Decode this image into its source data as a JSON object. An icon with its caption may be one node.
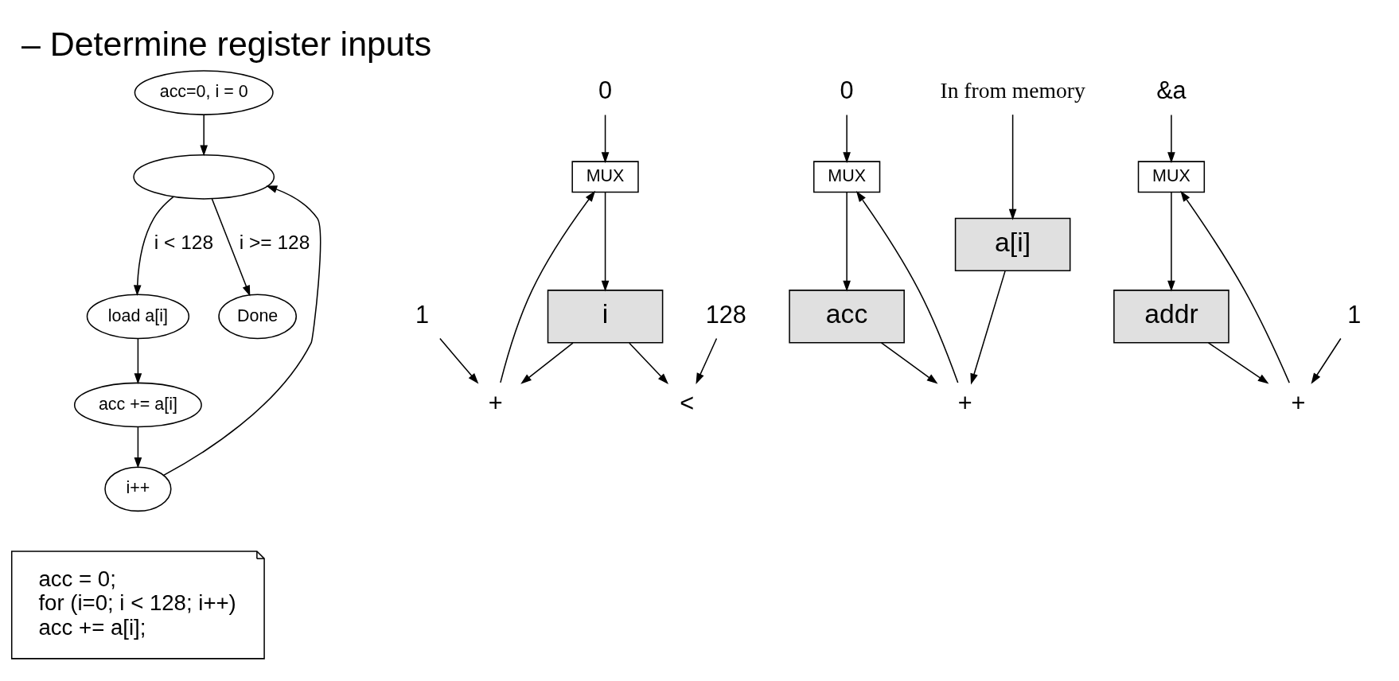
{
  "diagram": {
    "title": "– Determine register inputs",
    "nodes": [
      {
        "text": [
          "acc=0, i = 0"
        ]
      },
      {
        "text": [],
        "shape": "ellipse"
      },
      {
        "text": [
          "load a[i]"
        ]
      },
      {
        "text": [
          "acc += a[i]"
        ]
      },
      {
        "text": [
          "i++"
        ]
      },
      {
        "text": [
          "Done"
        ]
      },
      {
        "text": [
          "0"
        ]
      },
      {
        "text": [
          "MUX"
        ]
      },
      {
        "text": [
          "i"
        ]
      },
      {
        "text": [
          "1"
        ]
      },
      {
        "text": [
          "+"
        ]
      },
      {
        "text": [
          "128"
        ]
      },
      {
        "text": [
          "<"
        ]
      },
      {
        "text": [
          "0"
        ]
      },
      {
        "text": [
          "MUX"
        ]
      },
      {
        "text": [
          "acc"
        ]
      },
      {
        "text": [
          "In from memory"
        ]
      },
      {
        "text": [
          "a[i]"
        ]
      },
      {
        "text": [
          "+"
        ]
      },
      {
        "text": [
          "&a"
        ]
      },
      {
        "text": [
          "MUX"
        ]
      },
      {
        "text": [
          "addr"
        ]
      },
      {
        "text": [
          "1"
        ]
      },
      {
        "text": [
          "+"
        ]
      },
      {
        "text": [
          "acc = 0;",
          "for (i=0; i < 128; i++)",
          "acc += a[i];"
        ]
      }
    ],
    "edges": [
      {
        "from": 0,
        "to": 1,
        "arrow": "to"
      },
      {
        "from": 1,
        "to": 2,
        "arrow": "to",
        "label": "i < 128"
      },
      {
        "from": 1,
        "to": 5,
        "arrow": "to",
        "label": "i >= 128"
      },
      {
        "from": 2,
        "to": 3,
        "arrow": "to"
      },
      {
        "from": 3,
        "to": 4,
        "arrow": "to"
      },
      {
        "from": 4,
        "to": 1,
        "arrow": "to"
      },
      {
        "from": 6,
        "to": 7,
        "arrow": "to"
      },
      {
        "from": 7,
        "to": 8,
        "arrow": "to"
      },
      {
        "from": 8,
        "to": 10,
        "arrow": "to"
      },
      {
        "from": 8,
        "to": 12,
        "arrow": "to"
      },
      {
        "from": 9,
        "to": 10,
        "arrow": "to"
      },
      {
        "from": 11,
        "to": 12,
        "arrow": "to"
      },
      {
        "from": 10,
        "to": 7,
        "arrow": "to"
      },
      {
        "from": 13,
        "to": 14,
        "arrow": "to"
      },
      {
        "from": 14,
        "to": 15,
        "arrow": "to"
      },
      {
        "from": 15,
        "to": 18,
        "arrow": "to"
      },
      {
        "from": 16,
        "to": 17,
        "arrow": "to"
      },
      {
        "from": 17,
        "to": 18,
        "arrow": "to"
      },
      {
        "from": 18,
        "to": 14,
        "arrow": "to"
      },
      {
        "from": 19,
        "to": 20,
        "arrow": "to"
      },
      {
        "from": 20,
        "to": 21,
        "arrow": "to"
      },
      {
        "from": 21,
        "to": 23,
        "arrow": "to"
      },
      {
        "from": 22,
        "to": 23,
        "arrow": "to"
      },
      {
        "from": 23,
        "to": 20,
        "arrow": "to"
      }
    ]
  }
}
